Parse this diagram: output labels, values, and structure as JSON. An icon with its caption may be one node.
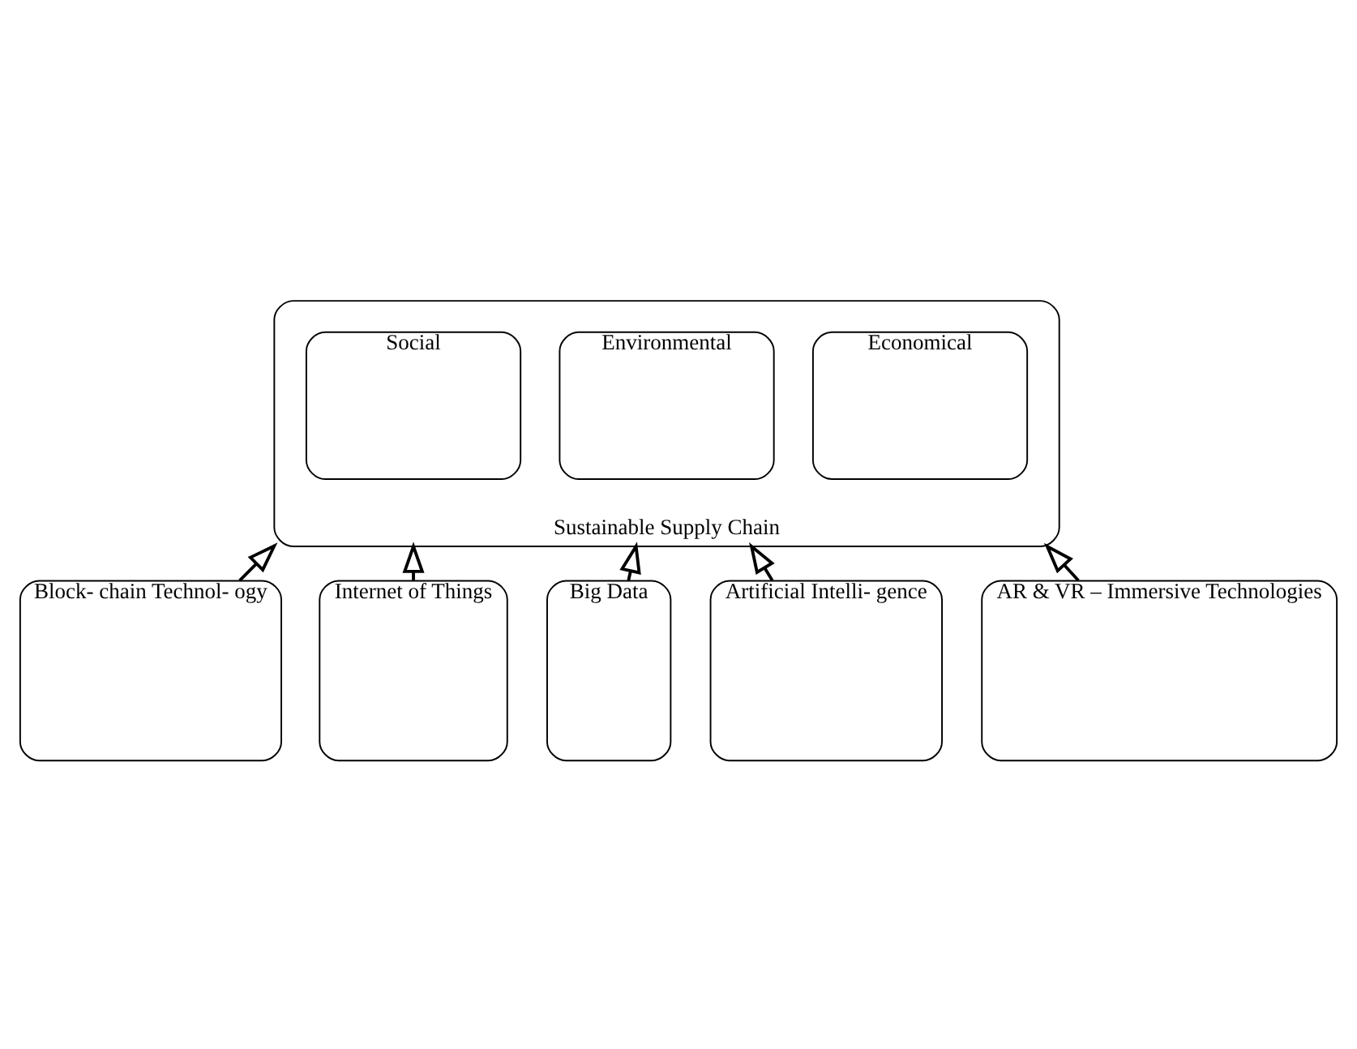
{
  "diagram": {
    "nodes": [
      {
        "text": [
          "Sustainable Supply Chain"
        ]
      },
      {
        "text": [
          "Social"
        ],
        "in": 0
      },
      {
        "text": [
          "Environmental"
        ],
        "in": 0
      },
      {
        "text": [
          "Economical"
        ],
        "in": 0
      },
      {
        "text": [
          "Block- chain Technol- ogy"
        ]
      },
      {
        "text": [
          "Internet of Things"
        ]
      },
      {
        "text": [
          "Big Data"
        ]
      },
      {
        "text": [
          "Artificial Intelli- gence"
        ]
      },
      {
        "text": [
          "AR & VR – Immersive Technologies"
        ]
      }
    ],
    "edges": [
      {
        "from": 4,
        "to": 0,
        "arrow": "to"
      },
      {
        "from": 5,
        "to": 0,
        "arrow": "to"
      },
      {
        "from": 6,
        "to": 0,
        "arrow": "to"
      },
      {
        "from": 7,
        "to": 0,
        "arrow": "to"
      },
      {
        "from": 8,
        "to": 0,
        "arrow": "to"
      }
    ]
  }
}
